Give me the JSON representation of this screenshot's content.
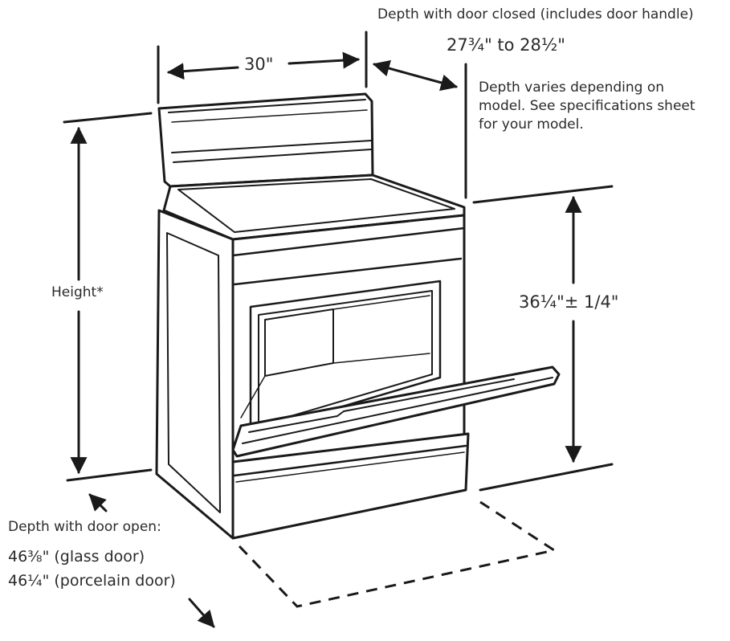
{
  "labels": {
    "width": "30\"",
    "height": "Height*",
    "depth_closed_title": "Depth with door closed (includes door handle)",
    "depth_closed_value": "27¾\" to 28½\"",
    "depth_note_line1": "Depth varies depending on",
    "depth_note_line2": "model. See specifications sheet",
    "depth_note_line3": "for your model.",
    "cooktop_height": "36¼\"± 1/4\"",
    "depth_open_title": "Depth with door open:",
    "depth_open_glass": "46⅜\" (glass door)",
    "depth_open_porcelain": "46¼\" (porcelain door)"
  },
  "colors": {
    "line": "#1a1a1a",
    "text": "#2a2a2a",
    "background": "#ffffff"
  }
}
